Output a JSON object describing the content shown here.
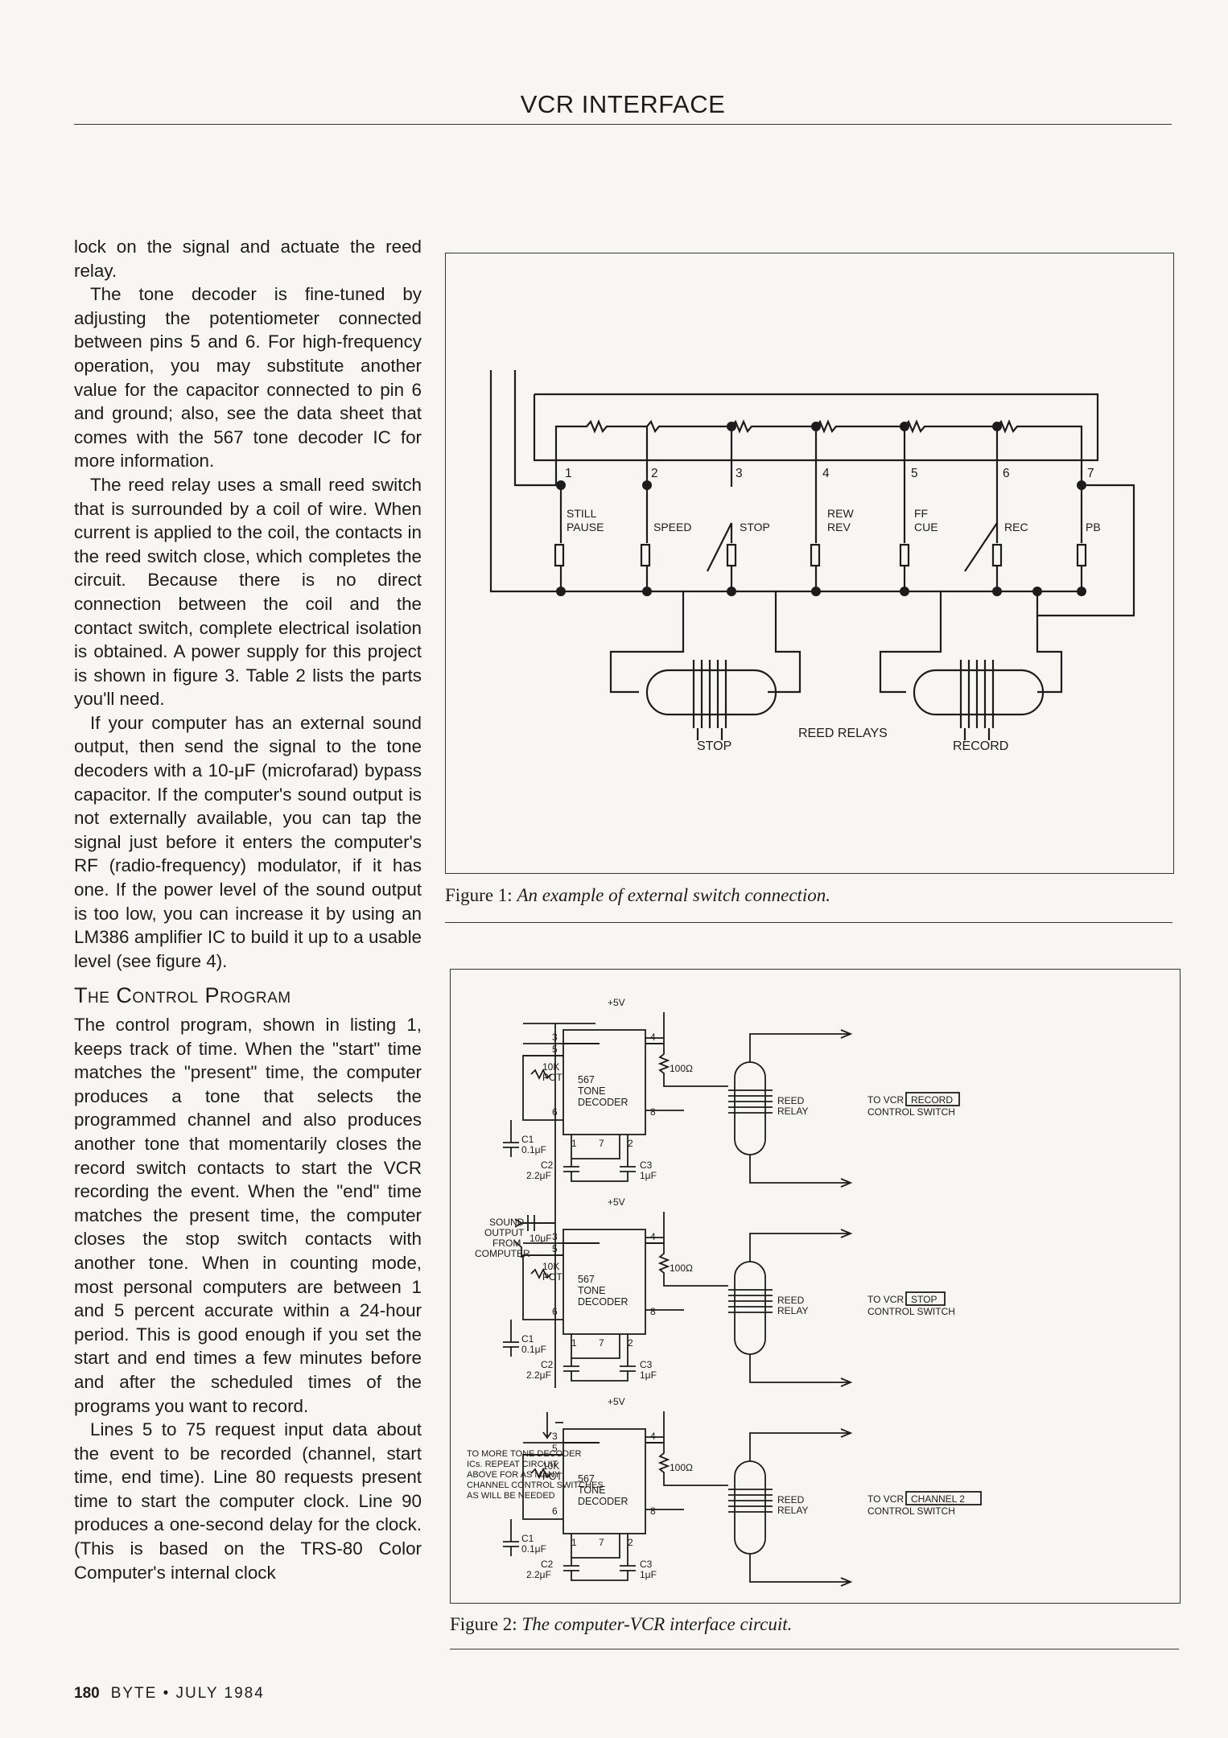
{
  "header": {
    "title": "VCR INTERFACE"
  },
  "body_paragraphs": [
    "lock on the signal and actuate the reed relay.",
    "The tone decoder is fine-tuned by adjusting the potentiometer connected between pins 5 and 6. For high-frequency operation, you may substitute another value for the capacitor connected to pin 6 and ground; also, see the data sheet that comes with the 567 tone decoder IC for more information.",
    "The reed relay uses a small reed switch that is surrounded by a coil of wire. When current is applied to the coil, the contacts in the reed switch close, which completes the circuit. Because there is no direct connection between the coil and the contact switch, complete electrical isolation is obtained. A power supply for this project is shown in figure 3. Table 2 lists the parts you'll need.",
    "If your computer has an external sound output, then send the signal to the tone decoders with a 10-μF (microfarad) bypass capacitor. If the computer's sound output is not externally available, you can tap the signal just before it enters the computer's RF (radio-frequency) modulator, if it has one. If the power level of the sound output is too low, you can increase it by using an LM386 amplifier IC to build it up to a usable level (see figure 4)."
  ],
  "section_heading": "The Control Program",
  "section_paragraphs": [
    "The control program, shown in listing 1, keeps track of time. When the \"start\" time matches the \"present\" time, the computer produces a tone that selects the programmed channel and also produces another tone that momentarily closes the record switch contacts to start the VCR recording the event. When the \"end\" time matches the present time, the computer closes the stop switch contacts with another tone. When in counting mode, most personal computers are between 1 and 5 percent accurate within a 24-hour period. This is good enough if you set the start and end times a few minutes before and after the scheduled times of the programs you want to record.",
    "Lines 5 to 75 request input data about the event to be recorded (channel, start time, end time). Line 80 requests present time to start the computer clock. Line 90 produces a one-second delay for the clock. (This is based on the TRS-80 Color Computer's internal clock"
  ],
  "figure1": {
    "caption_label": "Figure 1:",
    "caption_text": "An example of external switch connection.",
    "pins": [
      "1",
      "2",
      "3",
      "4",
      "5",
      "6",
      "7"
    ],
    "switch_labels": [
      "STILL",
      "PAUSE",
      "SPEED",
      "STOP",
      "REW",
      "REV",
      "FF",
      "CUE",
      "REC",
      "PB"
    ],
    "relay_labels": {
      "stop": "STOP",
      "center": "REED RELAYS",
      "record": "RECORD"
    }
  },
  "figure2": {
    "caption_label": "Figure 2:",
    "caption_text": "The computer-VCR interface circuit.",
    "supply": "+5V",
    "ic_label": [
      "567",
      "TONE",
      "DECODER"
    ],
    "pin_numbers": [
      "3",
      "5",
      "4",
      "6",
      "8",
      "1",
      "7",
      "2"
    ],
    "pot": [
      "10K",
      "POT"
    ],
    "resistor": "100Ω",
    "c1": [
      "C1",
      "0.1μF"
    ],
    "c2": [
      "C2",
      "2.2μF"
    ],
    "c3": [
      "C3",
      "1μF"
    ],
    "reed_relay": [
      "REED",
      "RELAY"
    ],
    "outputs": [
      {
        "prefix": "TO VCR",
        "boxed": "RECORD",
        "suffix": "CONTROL SWITCH"
      },
      {
        "prefix": "TO VCR",
        "boxed": "STOP",
        "suffix": "CONTROL SWITCH"
      },
      {
        "prefix": "TO VCR",
        "boxed": "CHANNEL 2",
        "suffix": "CONTROL SWITCH"
      }
    ],
    "input_label": [
      "SOUND",
      "OUTPUT",
      "FROM",
      "COMPUTER"
    ],
    "input_cap": "10μF",
    "note": [
      "TO MORE TONE DECODER",
      "ICs. REPEAT CIRCUIT",
      "ABOVE FOR AS MANY",
      "CHANNEL CONTROL SWITCHES",
      "AS WILL BE NEEDED"
    ]
  },
  "footer": {
    "page": "180",
    "text": "BYTE • JULY 1984"
  }
}
